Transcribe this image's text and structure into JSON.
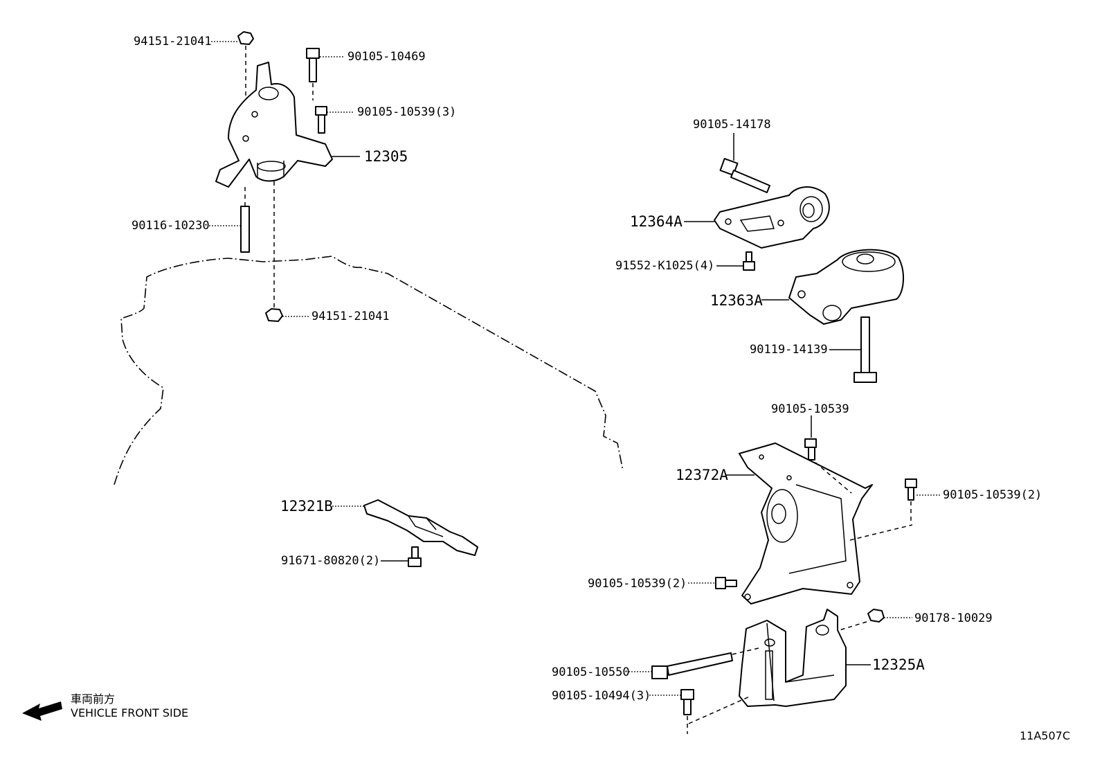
{
  "diagram_id": "11A507C",
  "direction_note": {
    "japanese": "車両前方",
    "english": "VEHICLE FRONT SIDE"
  },
  "parts": {
    "nut_top": "94151-21041",
    "bolt_top_1": "90105-10469",
    "bolt_top_2": "90105-10539(3)",
    "mount_front": "12305",
    "stud": "90116-10230",
    "nut_lower": "94151-21041",
    "bolt_14178": "90105-14178",
    "bracket_12364a": "12364A",
    "bolt_91552": "91552-K1025(4)",
    "mount_12363a": "12363A",
    "bolt_14139": "90119-14139",
    "bolt_10539_single": "90105-10539",
    "bracket_12372a": "12372A",
    "bolt_10539_2_right": "90105-10539(2)",
    "bolt_10539_2_left": "90105-10539(2)",
    "nut_10029": "90178-10029",
    "bolt_10550": "90105-10550",
    "mount_12325a": "12325A",
    "bolt_10494": "90105-10494(3)",
    "stay_12321b": "12321B",
    "bolt_91671": "91671-80820(2)"
  },
  "icons": {
    "front_arrow": "arrow-left-icon"
  }
}
